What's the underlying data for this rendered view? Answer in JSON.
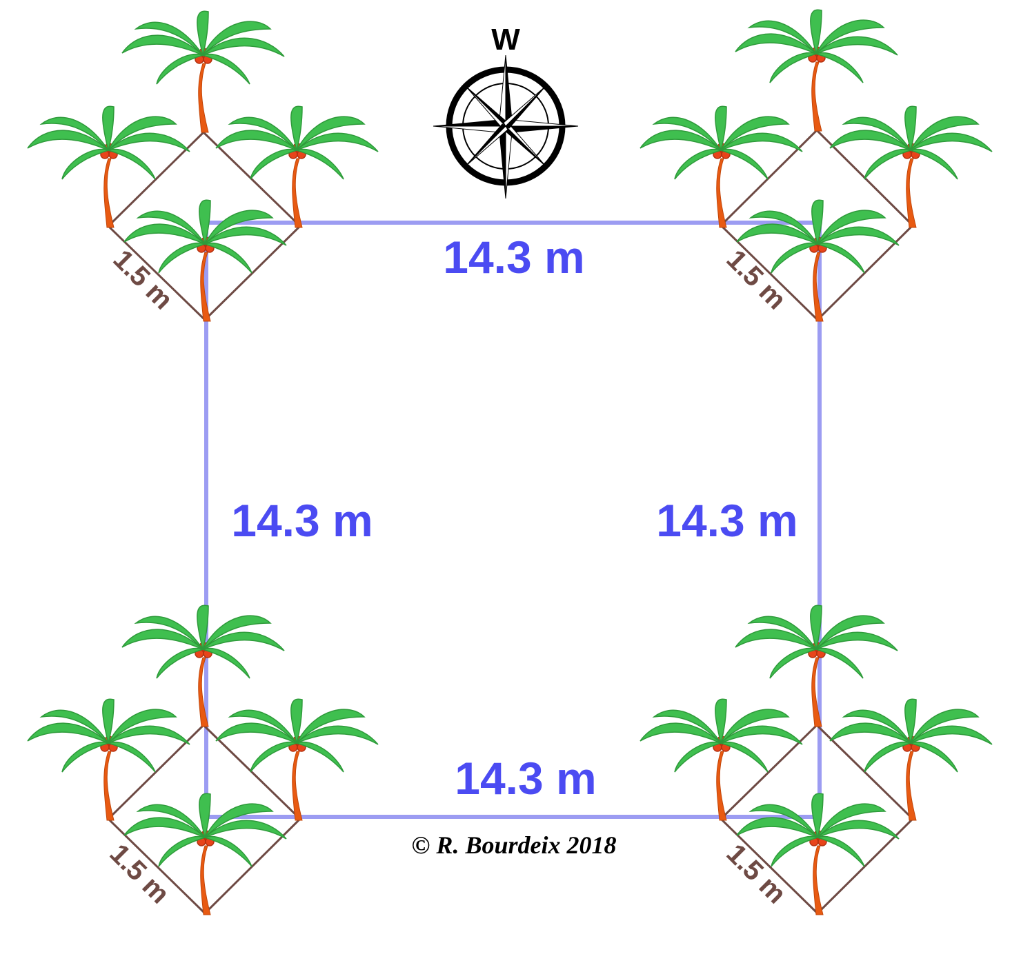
{
  "diagram": {
    "compass_direction": "W",
    "side_length_label": "14.3 m",
    "cluster_side_label": "1.5 m",
    "credit": "© R. Bourdeix 2018",
    "colors": {
      "square": "#9c9cf2",
      "cluster_lines": "#6e4a44",
      "labels": "#4b4bf2",
      "palm_leaves": "#3fbf4f",
      "palm_trunk": "#e85a12",
      "coconuts": "#e8441a"
    },
    "icons": [
      "palm-tree-icon",
      "compass-rose-icon"
    ]
  }
}
